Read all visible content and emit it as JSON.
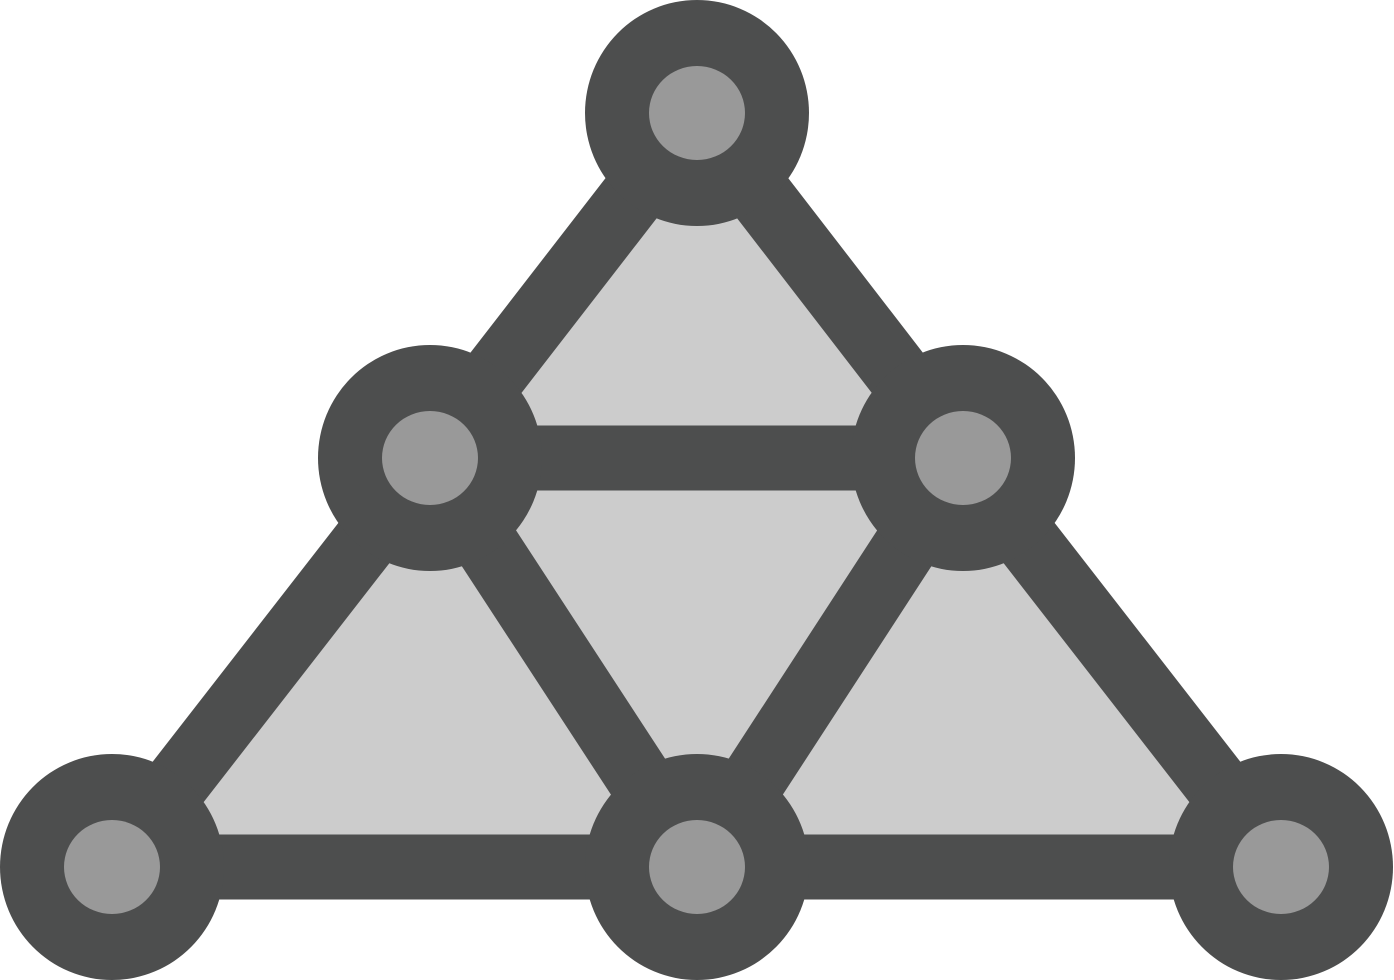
{
  "graphic": {
    "icon": "network-triangle-icon",
    "node_count": 6,
    "edge_count": 9,
    "face_count": 4
  },
  "colors": {
    "background": "#ffffff",
    "stroke": "#4d4e4e",
    "node_fill": "#999999",
    "face_fill": "#cccccc"
  }
}
